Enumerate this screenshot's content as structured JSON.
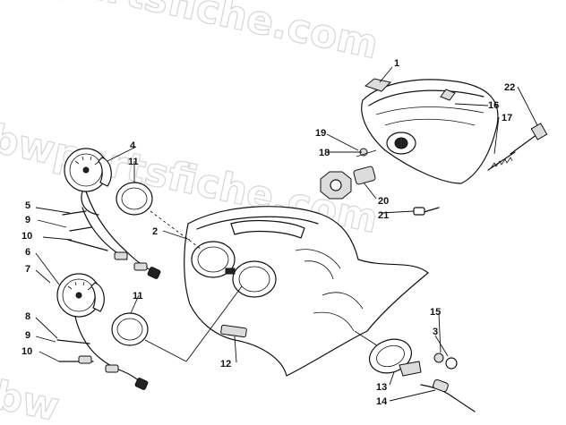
{
  "watermark": {
    "text_top": "bwpartsfiche.com",
    "text_mid": "bwpartsfiche.com",
    "text_bottom": "bw"
  },
  "callouts": [
    {
      "id": "c1",
      "label": "1"
    },
    {
      "id": "c2",
      "label": "2"
    },
    {
      "id": "c3",
      "label": "3"
    },
    {
      "id": "c4",
      "label": "4"
    },
    {
      "id": "c5",
      "label": "5"
    },
    {
      "id": "c6",
      "label": "6"
    },
    {
      "id": "c7",
      "label": "7"
    },
    {
      "id": "c8",
      "label": "8"
    },
    {
      "id": "c9a",
      "label": "9"
    },
    {
      "id": "c9b",
      "label": "9"
    },
    {
      "id": "c10a",
      "label": "10"
    },
    {
      "id": "c10b",
      "label": "10"
    },
    {
      "id": "c11a",
      "label": "11"
    },
    {
      "id": "c11b",
      "label": "11"
    },
    {
      "id": "c12",
      "label": "12"
    },
    {
      "id": "c13",
      "label": "13"
    },
    {
      "id": "c14",
      "label": "14"
    },
    {
      "id": "c15",
      "label": "15"
    },
    {
      "id": "c16",
      "label": "16"
    },
    {
      "id": "c17",
      "label": "17"
    },
    {
      "id": "c18",
      "label": "18"
    },
    {
      "id": "c19",
      "label": "19"
    },
    {
      "id": "c20",
      "label": "20"
    },
    {
      "id": "c21",
      "label": "21"
    },
    {
      "id": "c22",
      "label": "22"
    }
  ]
}
